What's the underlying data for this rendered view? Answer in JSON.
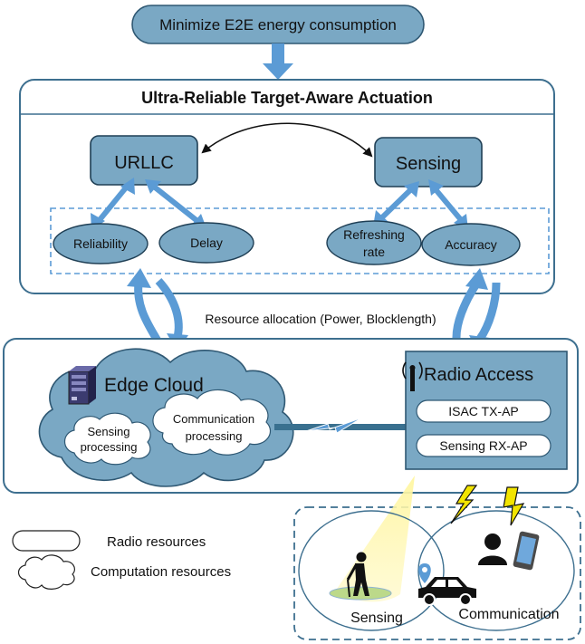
{
  "goal": {
    "label": "Minimize E2E energy consumption"
  },
  "actuation": {
    "title": "Ultra-Reliable Target-Aware Actuation",
    "urllc": {
      "label": "URLLC",
      "metrics": [
        "Reliability",
        "Delay"
      ]
    },
    "sensing": {
      "label": "Sensing",
      "metrics": [
        {
          "line1": "Refreshing",
          "line2": "rate"
        },
        {
          "line1": "Accuracy",
          "line2": ""
        }
      ]
    }
  },
  "resource_allocation": {
    "label": "Resource allocation (Power, Blocklength)"
  },
  "edge_cloud": {
    "title": "Edge Cloud",
    "sensing_proc": {
      "line1": "Sensing",
      "line2": "processing"
    },
    "comm_proc": {
      "line1": "Communication",
      "line2": "processing"
    }
  },
  "radio_access": {
    "title": "Radio Access",
    "tx_ap": "ISAC TX-AP",
    "rx_ap": "Sensing RX-AP"
  },
  "legend": {
    "radio": "Radio resources",
    "computation": "Computation resources"
  },
  "scene": {
    "sensing_label": "Sensing",
    "communication_label": "Communication"
  },
  "colors": {
    "box_fill": "#7aa8c4",
    "light_fill": "#b8d3e6",
    "border": "#2f5873",
    "arrow": "#5b9bd5",
    "yellow": "#fff38a",
    "link": "#39708f"
  }
}
